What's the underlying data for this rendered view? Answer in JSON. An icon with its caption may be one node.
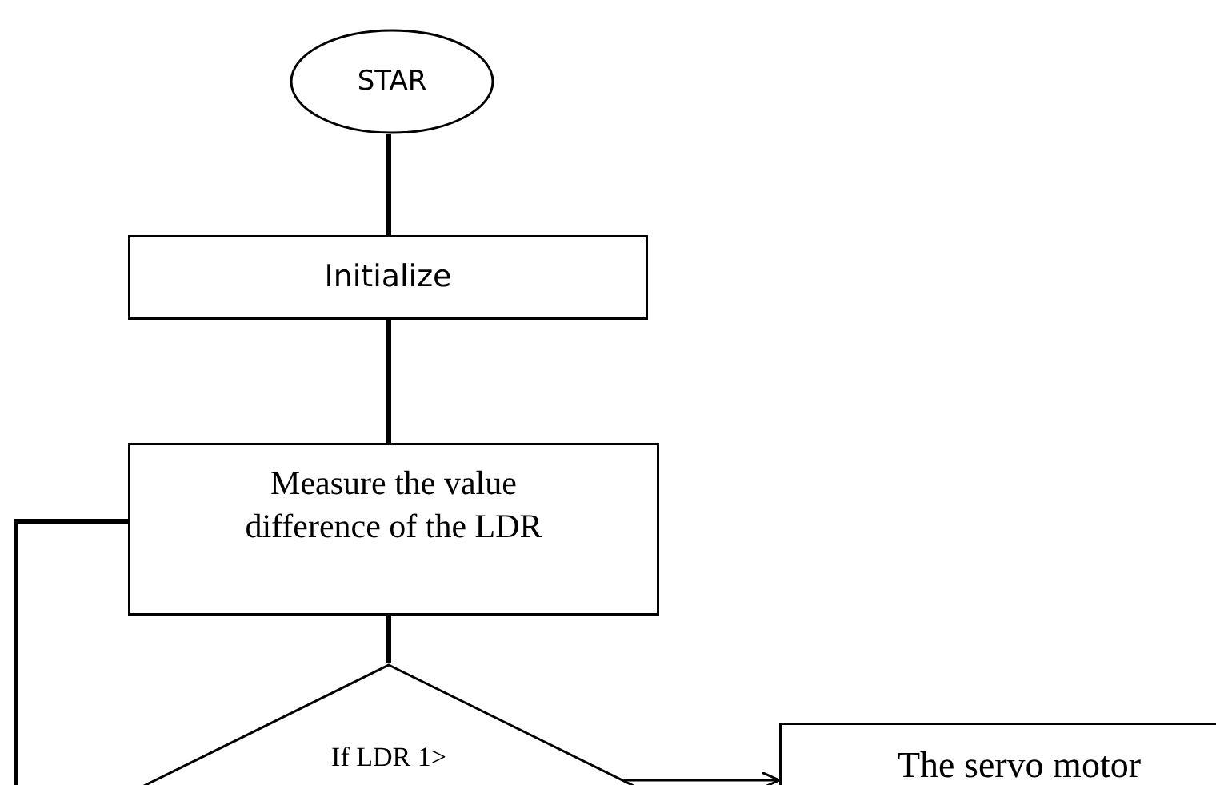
{
  "diagram": {
    "nodes": [
      {
        "text": [
          "STAR"
        ]
      },
      {
        "text": [
          "Initialize"
        ]
      },
      {
        "text": [
          "Measure the value difference of the LDR"
        ]
      },
      {
        "text": [
          "If LDR 1>"
        ]
      },
      {
        "text": [
          "The servo motor"
        ]
      }
    ],
    "edges": [
      {
        "from": 0,
        "to": 1,
        "arrow": "none"
      },
      {
        "from": 1,
        "to": 2,
        "arrow": "none"
      },
      {
        "from": 2,
        "to": 3,
        "arrow": "none"
      },
      {
        "from": 3,
        "to": 4,
        "arrow": "to"
      },
      {
        "from": null,
        "to": 2,
        "arrow": "none"
      }
    ]
  }
}
